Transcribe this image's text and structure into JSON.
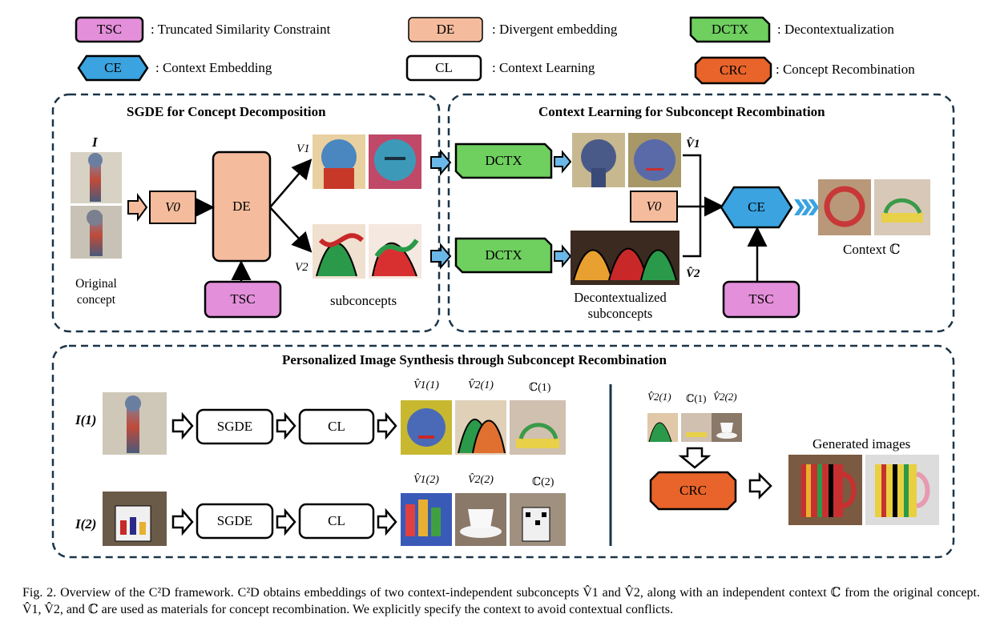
{
  "legend": {
    "tsc": {
      "abbr": "TSC",
      "desc": ": Truncated Similarity Constraint"
    },
    "de": {
      "abbr": "DE",
      "desc": ": Divergent embedding"
    },
    "dctx": {
      "abbr": "DCTX",
      "desc": ": Decontextualization"
    },
    "ce": {
      "abbr": "CE",
      "desc": ": Context Embedding"
    },
    "cl": {
      "abbr": "CL",
      "desc": ": Context Learning"
    },
    "crc": {
      "abbr": "CRC",
      "desc": ": Concept Recombination"
    }
  },
  "panel1": {
    "title": "SGDE for Concept Decomposition",
    "input_label": "I",
    "original_concept": "Original concept",
    "v0": "V0",
    "de": "DE",
    "tsc": "TSC",
    "v1": "V1",
    "v2": "V2",
    "subconcepts": "subconcepts"
  },
  "panel2": {
    "title": "Context Learning for Subconcept Recombination",
    "dctx_top": "DCTX",
    "dctx_bottom": "DCTX",
    "v0": "V0",
    "ce": "CE",
    "tsc": "TSC",
    "v1_hat": "V̂1",
    "v2_hat": "V̂2",
    "context": "Context ℂ",
    "decontextualized": "Decontextualized subconcepts"
  },
  "panel3": {
    "title": "Personalized Image Synthesis through Subconcept Recombination",
    "row1": {
      "input": "I(1)",
      "sgde": "SGDE",
      "cl": "CL",
      "out1": "V̂1(1)",
      "out2": "V̂2(1)",
      "out3": "ℂ(1)"
    },
    "row2": {
      "input": "I(2)",
      "sgde": "SGDE",
      "cl": "CL",
      "out1": "V̂1(2)",
      "out2": "V̂2(2)",
      "out3": "ℂ(2)"
    },
    "recomb_labels": [
      "V̂2(1)",
      "ℂ(1)",
      "V̂2(2)"
    ],
    "crc": "CRC",
    "generated": "Generated images"
  },
  "caption": "Fig. 2.  Overview of the C²D framework. C²D obtains embeddings of two context-independent subconcepts V̂1 and V̂2, along with an independent context ℂ from the original concept. V̂1, V̂2, and ℂ are used as materials for concept recombination. We explicitly specify the context to avoid contextual conflicts.",
  "colors": {
    "tsc": "#e38fda",
    "de": "#f4bc9d",
    "dctx": "#6fcf5f",
    "ce": "#3aa3e0",
    "crc": "#e8642a",
    "dashed": "#1b3448",
    "arrow_fill": "#6ab8e8"
  }
}
